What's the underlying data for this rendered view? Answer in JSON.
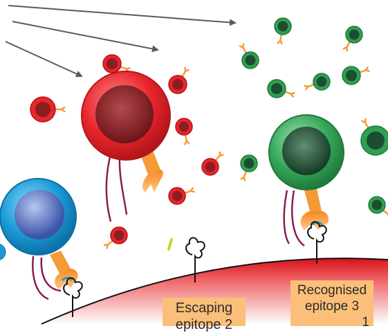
{
  "colors": {
    "red_cell": "#e8262c",
    "red_nucleus": "#8c1e22",
    "green_cell": "#2f9f52",
    "green_nucleus": "#1d4d30",
    "blue_cell": "#1a9ad6",
    "blue_nucleus": "#4e6ec4",
    "receptor_orange": "#f59a35",
    "tether_purple": "#8b1a55",
    "epitope_binding": "#25a2b0",
    "target_cell_membrane": "#e2161b",
    "label_box": "#fbbf7a",
    "arrow": "#5a5a5a"
  },
  "icons": [
    "arrow-icon",
    "t-cell-icon",
    "receptor-icon",
    "epitope-icon"
  ],
  "labels": {
    "escaping": {
      "line1": "Escaping",
      "line2": "epitope 2"
    },
    "recognised": {
      "line1": "Recognised",
      "line2": "epitope 3",
      "line3": "1"
    }
  }
}
